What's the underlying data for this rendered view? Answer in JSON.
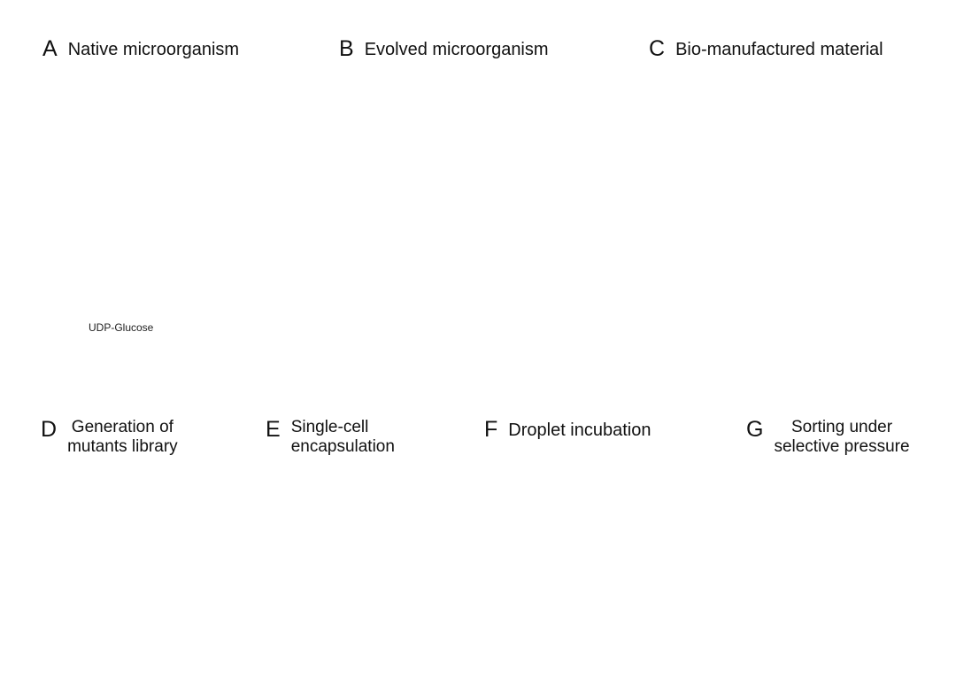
{
  "panels": {
    "a": {
      "letter": "A",
      "title": "Native microorganism"
    },
    "b": {
      "letter": "B",
      "title": "Evolved microorganism"
    },
    "c": {
      "letter": "C",
      "title": "Bio-manufactured material"
    },
    "d": {
      "letter": "D",
      "title_line1": "Generation of",
      "title_line2": "mutants library"
    },
    "e": {
      "letter": "E",
      "title_line1": "Single-cell",
      "title_line2": "encapsulation"
    },
    "f": {
      "letter": "F",
      "title": "Droplet incubation"
    },
    "g": {
      "letter": "G",
      "title_line1": "Sorting under",
      "title_line2": "selective pressure"
    }
  },
  "labels": {
    "udp_glucose": "UDP-Glucose"
  },
  "colors": {
    "native_cell": "#d9a760",
    "evolved_cell": "#76b886",
    "cellulose_fiber": "#4a8fd6",
    "transporter": "#4e6aa8",
    "udp_glucose_dot": "#3f8fe6",
    "gene_highlight": "#2aa52a",
    "arrow_light": "#e6efe1",
    "channel": "#efe4c4",
    "laser": "#8a3be0",
    "lightning": "#3de0b8",
    "sorter_red": "#c0302c"
  }
}
